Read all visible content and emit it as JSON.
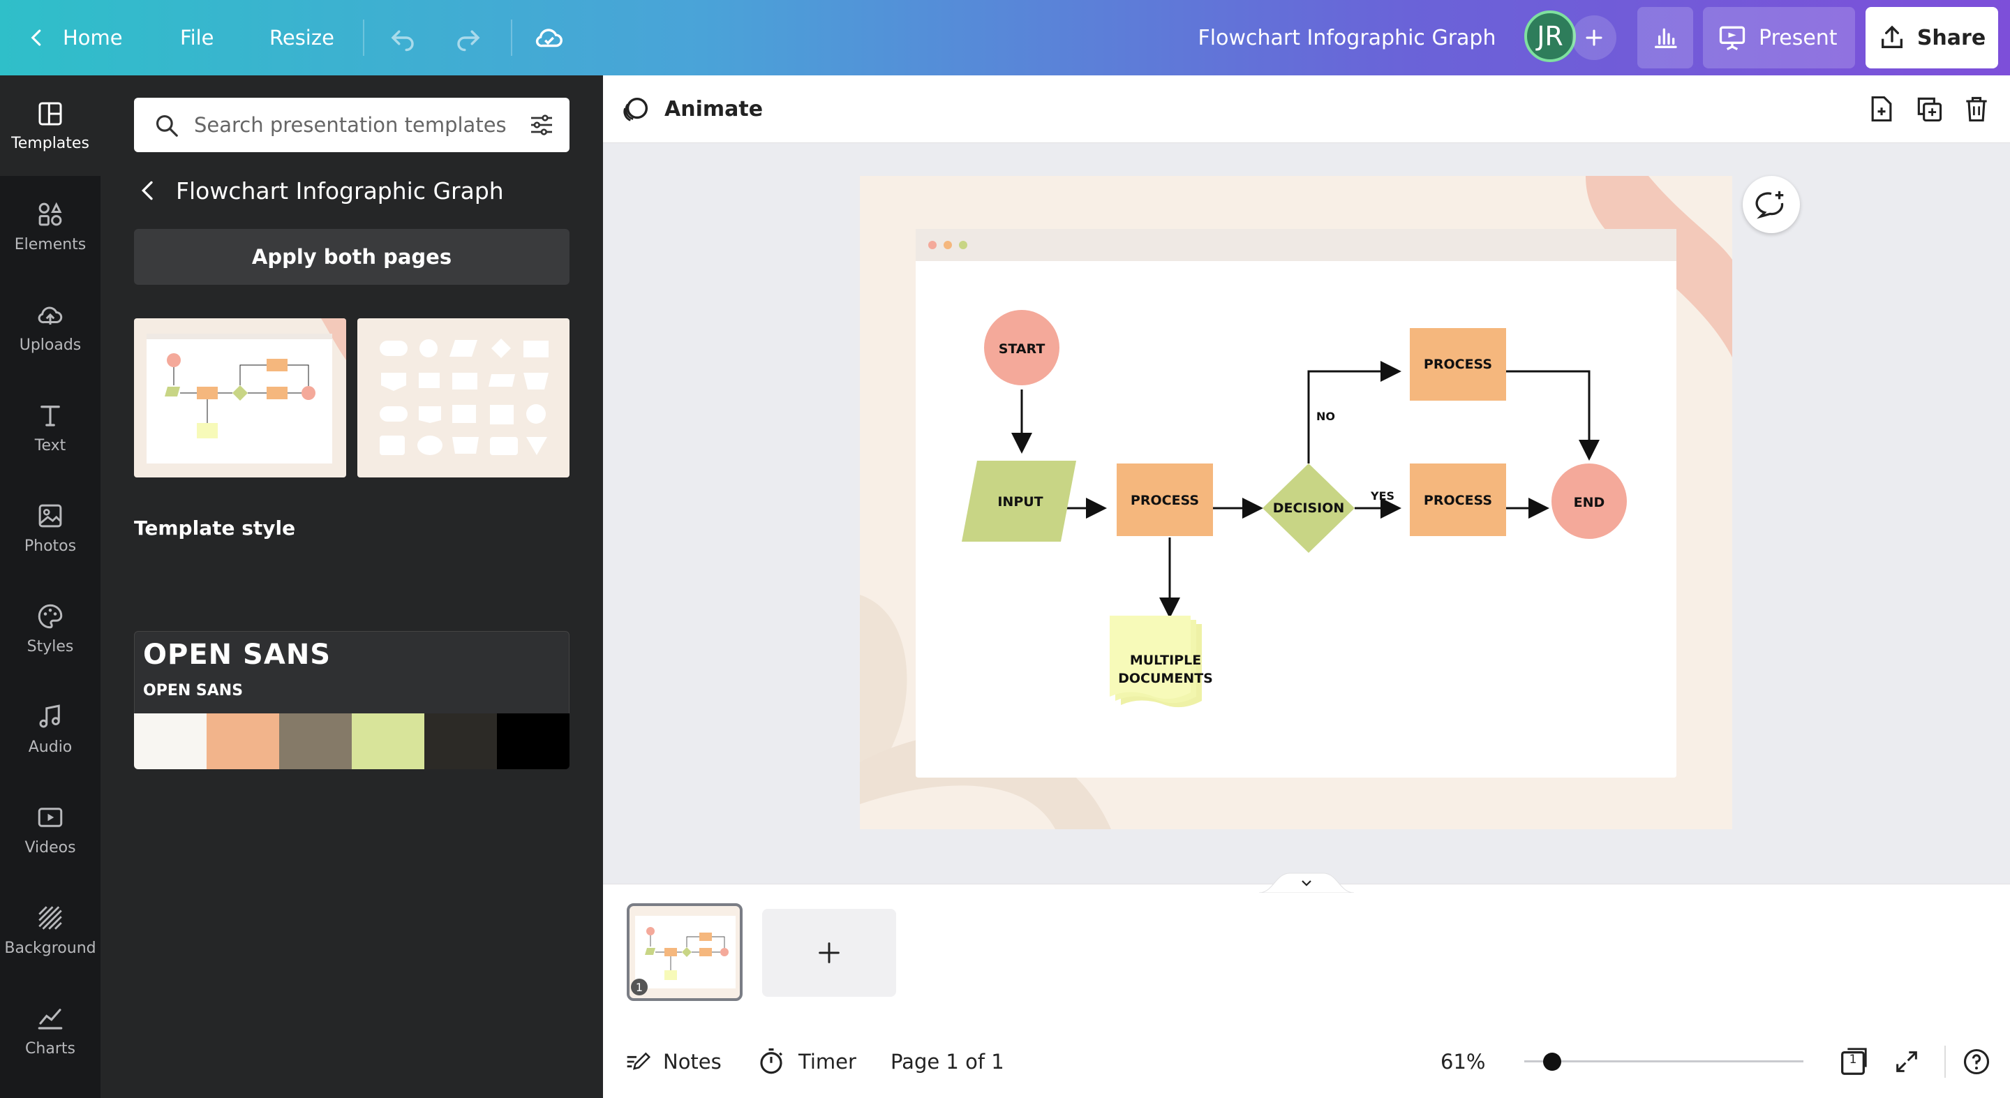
{
  "topbar": {
    "home_label": "Home",
    "file_label": "File",
    "resize_label": "Resize",
    "design_title": "Flowchart Infographic Graph",
    "avatar_initials": "JR",
    "present_label": "Present",
    "share_label": "Share"
  },
  "rail": {
    "items": [
      {
        "label": "Templates",
        "icon": "templates-icon"
      },
      {
        "label": "Elements",
        "icon": "elements-icon"
      },
      {
        "label": "Uploads",
        "icon": "uploads-icon"
      },
      {
        "label": "Text",
        "icon": "text-icon"
      },
      {
        "label": "Photos",
        "icon": "photos-icon"
      },
      {
        "label": "Styles",
        "icon": "styles-icon"
      },
      {
        "label": "Audio",
        "icon": "audio-icon"
      },
      {
        "label": "Videos",
        "icon": "videos-icon"
      },
      {
        "label": "Background",
        "icon": "background-icon"
      },
      {
        "label": "Charts",
        "icon": "charts-icon"
      }
    ]
  },
  "panel": {
    "search_placeholder": "Search presentation templates",
    "breadcrumb": "Flowchart Infographic Graph",
    "apply_label": "Apply both pages",
    "template_style_label": "Template style",
    "font_heading": "OPEN SANS",
    "font_body": "OPEN SANS",
    "palette": [
      "#f8f6f2",
      "#f2b48b",
      "#857a68",
      "#d8e49a",
      "#2c2a26",
      "#000000"
    ]
  },
  "editor": {
    "animate_label": "Animate"
  },
  "flowchart": {
    "start": "START",
    "input": "INPUT",
    "process_main": "PROCESS",
    "decision": "DECISION",
    "process_top": "PROCESS",
    "process_right": "PROCESS",
    "end": "END",
    "documents_line1": "MULTIPLE",
    "documents_line2": "DOCUMENTS",
    "label_no": "NO",
    "label_yes": "YES"
  },
  "pages": {
    "page_number": "1"
  },
  "footer": {
    "notes_label": "Notes",
    "timer_label": "Timer",
    "page_indicator": "Page 1 of 1",
    "zoom": "61%",
    "zoom_fraction": 0.1,
    "page_count": "1"
  },
  "colors": {
    "salmon": "#f4a99a",
    "green": "#c8d585",
    "orange": "#f5b77d",
    "doc_yellow": "#f7fab9",
    "canvas_bg": "#f8efe6"
  }
}
